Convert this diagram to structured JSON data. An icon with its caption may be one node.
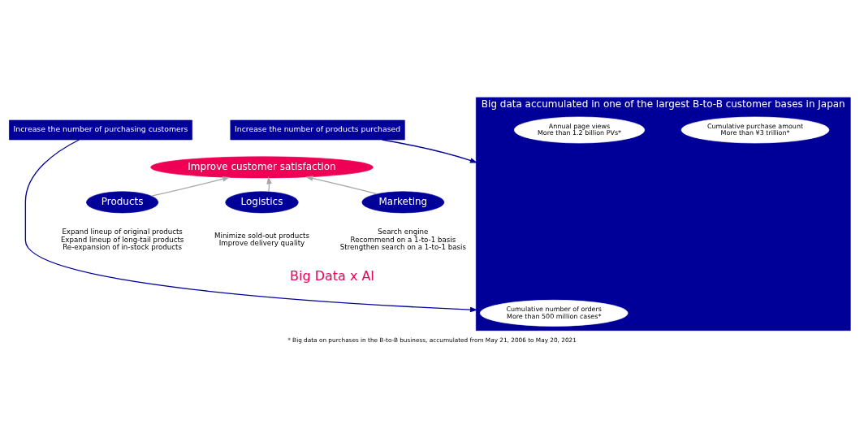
{
  "diagram": {
    "caption": "* Big data on purchases in the B-to-B business, accumulated from May 21, 2006 to May 20, 2021",
    "nodes": [
      {
        "text": [
          "Increase the number of purchasing customers"
        ]
      },
      {
        "text": [
          "Increase the number of products purchased"
        ]
      },
      {
        "text": [
          "Improve customer satisfaction"
        ]
      },
      {
        "text": [
          "Products"
        ],
        "beside": [
          "Expand lineup of original products",
          "Expand lineup of long-tail products",
          "Re-expansion of in-stock products"
        ]
      },
      {
        "text": [
          "Logistics"
        ],
        "beside": [
          "Minimize sold-out products",
          "Improve delivery quality"
        ]
      },
      {
        "text": [
          "Marketing"
        ],
        "beside": [
          "Search engine",
          "Recommend on a 1-to-1 basis",
          "Strengthen search on a 1-to-1 basis"
        ]
      },
      {
        "text": [
          "Big data accumulated in one of the largest B-to-B customer bases in Japan"
        ]
      },
      {
        "text": [
          "Cumulative purchase amount",
          "More than ¥3 trillion*"
        ],
        "in": 6
      },
      {
        "text": [
          "Cumulative number of orders",
          "More than 500 million cases*"
        ],
        "in": 6
      },
      {
        "text": [
          "Annual page views",
          "More than 1.2 billion PVs*"
        ],
        "in": 6
      }
    ],
    "edges": [
      {
        "from": 3,
        "to": 2,
        "arrow": "to"
      },
      {
        "from": 4,
        "to": 2,
        "arrow": "to"
      },
      {
        "from": 5,
        "to": 2,
        "arrow": "to"
      },
      {
        "from": 0,
        "to": 6,
        "arrow": "to",
        "color": "#000099"
      },
      {
        "from": 1,
        "to": 6,
        "arrow": "to",
        "color": "#000099"
      }
    ],
    "labels": [
      "Big Data x AI"
    ]
  }
}
